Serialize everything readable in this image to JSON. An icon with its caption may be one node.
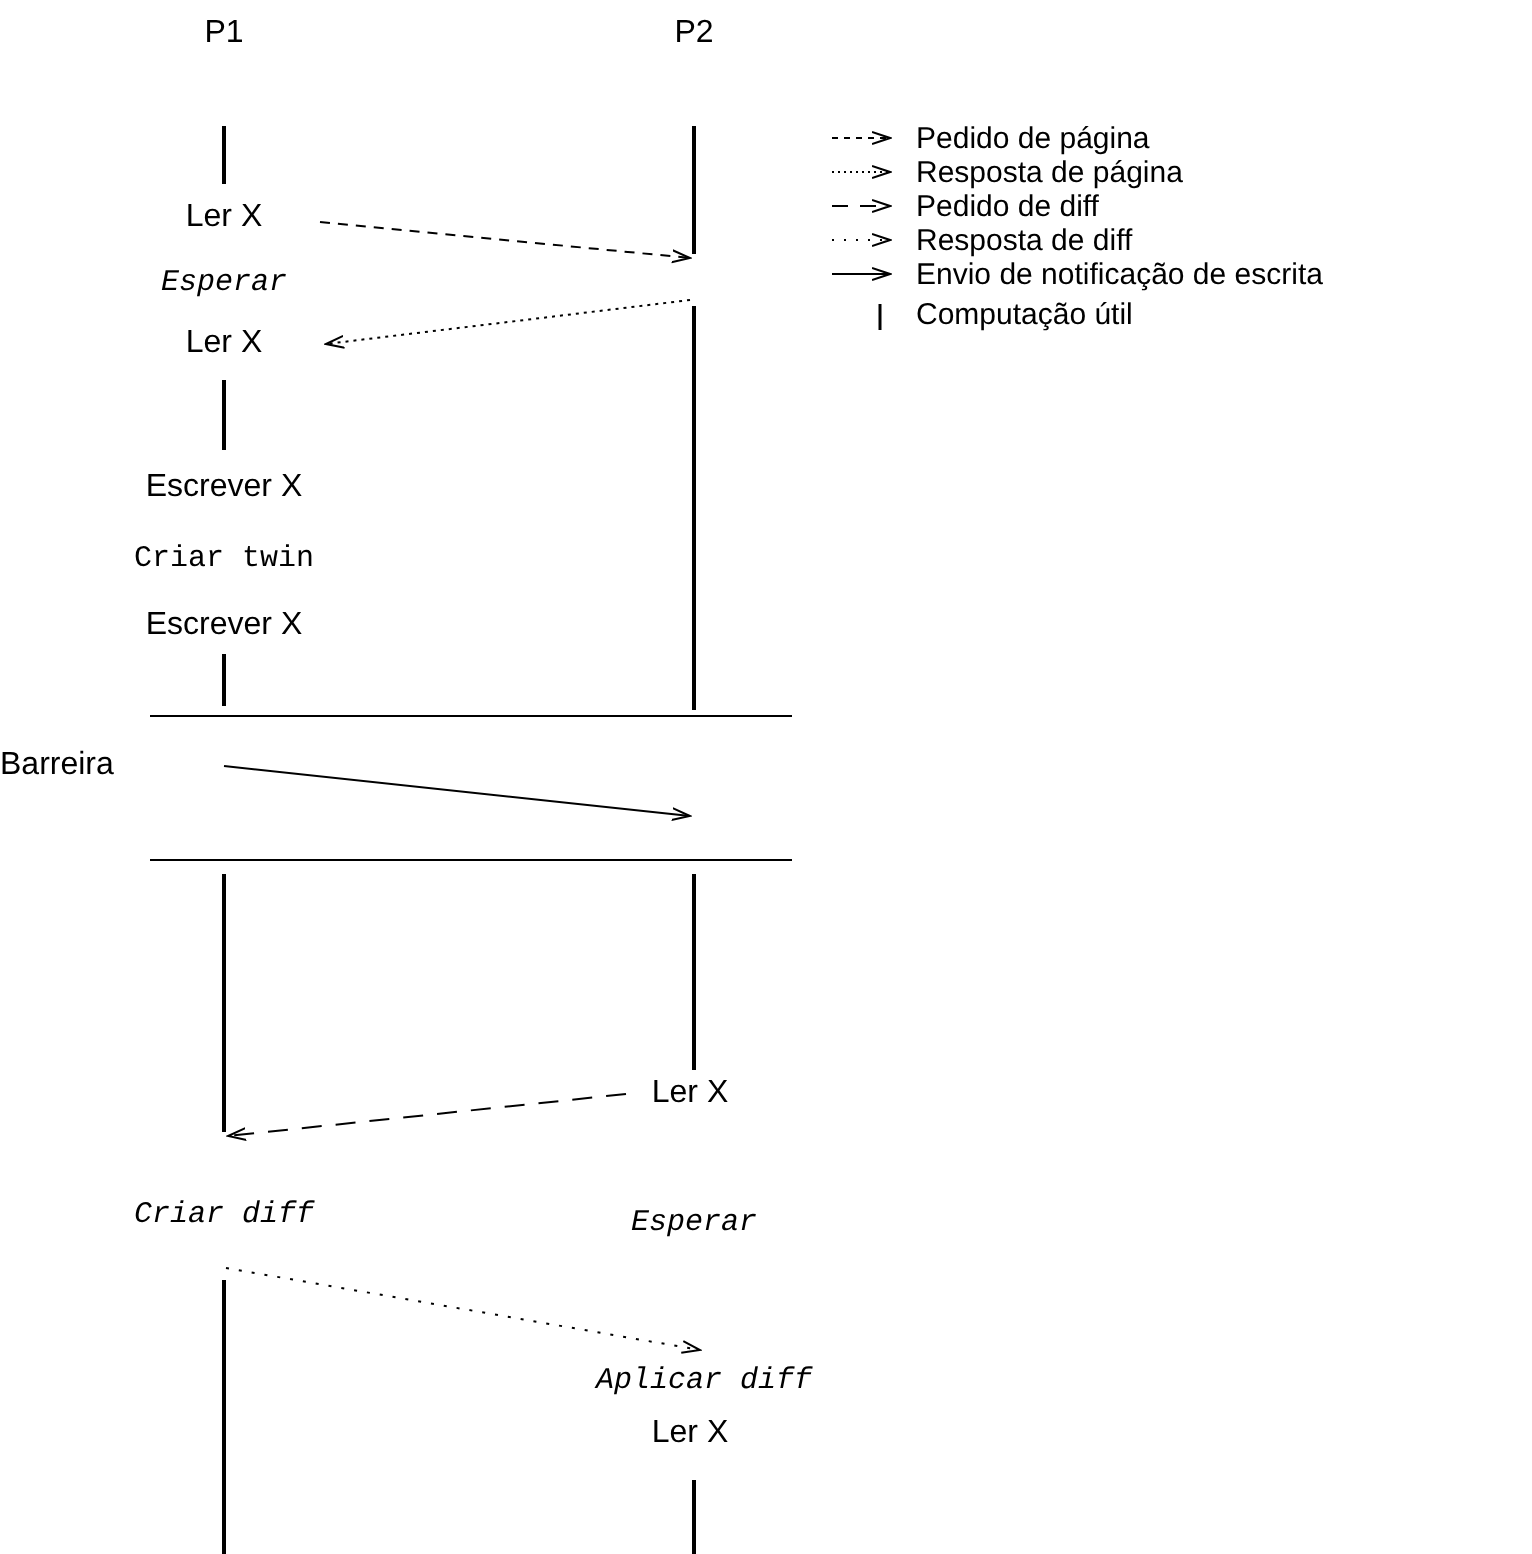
{
  "diagram": {
    "nodes": [
      {
        "text": [],
        "shape": "bar"
      },
      {
        "text": [],
        "shape": "bar"
      },
      {
        "text": [
          "Ler X"
        ]
      },
      {
        "text": [],
        "shape": "bar"
      },
      {
        "text": [
          "Ler X"
        ]
      },
      {
        "text": [],
        "shape": "bar"
      },
      {
        "text": [],
        "shape": "bar"
      },
      {
        "text": [],
        "shape": "bar"
      },
      {
        "text": [],
        "shape": "bar"
      },
      {
        "text": [
          "Ler X"
        ]
      },
      {
        "text": [],
        "shape": "bar"
      },
      {
        "text": [
          "Aplicar diff"
        ]
      },
      {
        "text": [],
        "shape": "bar"
      }
    ],
    "edges": [
      {
        "from": 2,
        "to": 1,
        "arrow": "to",
        "style": "dashed"
      },
      {
        "from": 3,
        "to": 4,
        "arrow": "to",
        "style": "dashed"
      },
      {
        "from": 6,
        "to": 8,
        "arrow": "to"
      },
      {
        "from": 9,
        "to": 7,
        "arrow": "to",
        "style": "dashed"
      },
      {
        "from": 10,
        "to": 11,
        "arrow": "to",
        "style": "dashed"
      }
    ],
    "labels": [
      "P1",
      "P2",
      "Esperar",
      "Escrever X",
      "Criar twin",
      "Escrever X",
      "Barreira",
      "Criar diff",
      "Esperar",
      "Ler X"
    ],
    "legend": [
      {
        "text": "Pedido de página"
      },
      {
        "text": "Resposta de página"
      },
      {
        "text": "Pedido de diff"
      },
      {
        "text": "Resposta de diff"
      },
      {
        "text": "Envio de notificação de escrita"
      },
      {
        "text": "Computação útil"
      }
    ]
  }
}
